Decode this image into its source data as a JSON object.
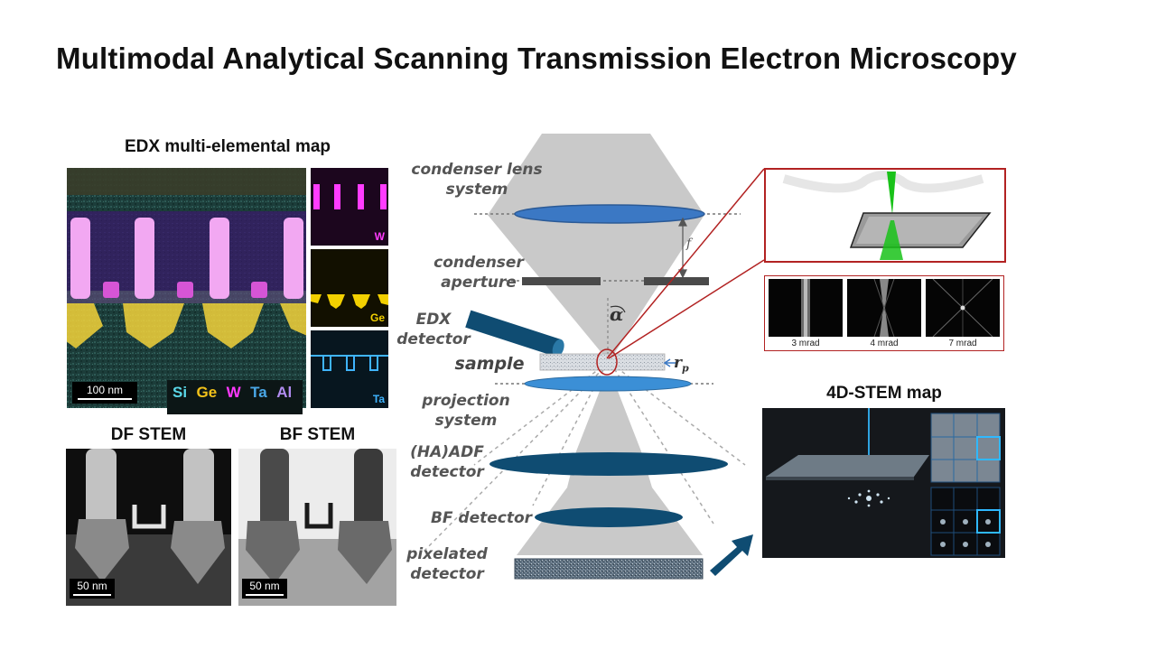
{
  "title": "Multimodal Analytical Scanning Transmission Electron Microscopy",
  "edx": {
    "heading": "EDX multi-elemental map",
    "scale": "100 nm",
    "legend": [
      {
        "symbol": "Si",
        "color": "#5ad7e8"
      },
      {
        "symbol": "Ge",
        "color": "#f2c21a"
      },
      {
        "symbol": "W",
        "color": "#ff39ff"
      },
      {
        "symbol": "Ta",
        "color": "#4aa8e8"
      },
      {
        "symbol": "Al",
        "color": "#b18cf0"
      }
    ],
    "maps": [
      {
        "tag": "W",
        "color": "#ff3cff"
      },
      {
        "tag": "Ge",
        "color": "#f2d000"
      },
      {
        "tag": "Ta",
        "color": "#3fb4ff"
      }
    ]
  },
  "df": {
    "heading": "DF STEM",
    "scale": "50 nm"
  },
  "bf": {
    "heading": "BF STEM",
    "scale": "50 nm"
  },
  "labels": {
    "condenser_lens": "condenser lens\nsystem",
    "condenser_aperture": "condenser\naperture",
    "edx_detector": "EDX\ndetector",
    "sample": "sample",
    "projection": "projection\nsystem",
    "haadf": "(HA)ADF\ndetector",
    "bf_detector": "BF detector",
    "pixelated": "pixelated\ndetector",
    "f": "f",
    "alpha": "α",
    "rp": "r",
    "rp_sub": "p"
  },
  "cbed": {
    "labels": [
      "3 mrad",
      "4 mrad",
      "7 mrad"
    ]
  },
  "fourd": {
    "heading": "4D-STEM map"
  },
  "colors": {
    "lens": "#3b78c4",
    "detector": "#0f4c72",
    "beam": "#c9c9c9",
    "accent": "#b22222",
    "green": "#19c219"
  }
}
